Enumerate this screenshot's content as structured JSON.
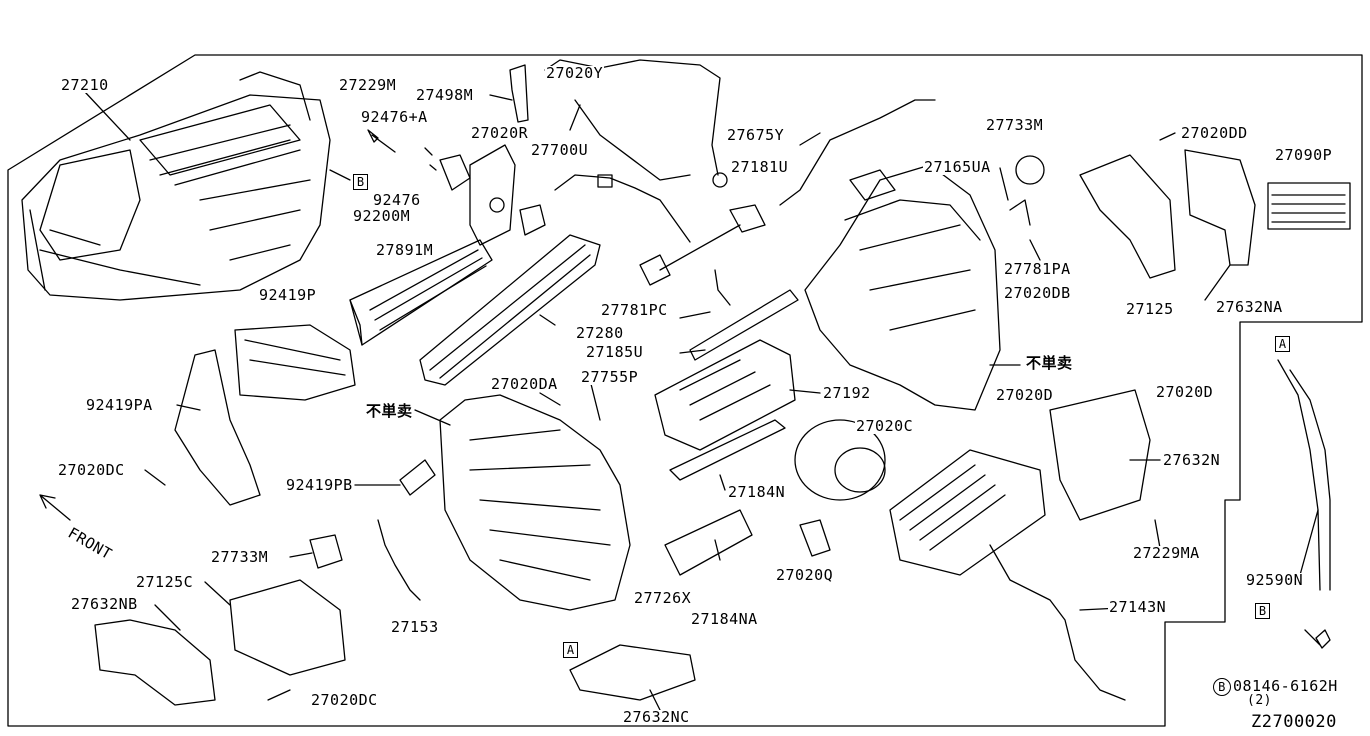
{
  "diagram_code": "Z2700020",
  "front_label": "FRONT",
  "not_sold_label": "不単卖",
  "bolt_note": {
    "circle_letter": "B",
    "part": "08146-6162H",
    "qty": "(2)"
  },
  "ref_markers": [
    "A",
    "B"
  ],
  "part_labels": [
    "27210",
    "27229M",
    "27498M",
    "27020Y",
    "92476+A",
    "27020R",
    "27700U",
    "27675Y",
    "27181U",
    "27733M",
    "27020DD",
    "27090P",
    "27165UA",
    "92476",
    "92200M",
    "27891M",
    "27781PA",
    "92419P",
    "27020DB",
    "27125",
    "27632NA",
    "27781PC",
    "27280",
    "27185U",
    "92419PA",
    "27020DA",
    "27755P",
    "27192",
    "27020D",
    "27020D",
    "27020C",
    "27632N",
    "27020DC",
    "92419PB",
    "27184N",
    "27229MA",
    "92590N",
    "27733M",
    "27125C",
    "27632NB",
    "27153",
    "27726X",
    "27184NA",
    "27020Q",
    "27143N",
    "27020DC",
    "27632NC"
  ],
  "colors": {
    "line": "#000000",
    "background": "#ffffff"
  }
}
